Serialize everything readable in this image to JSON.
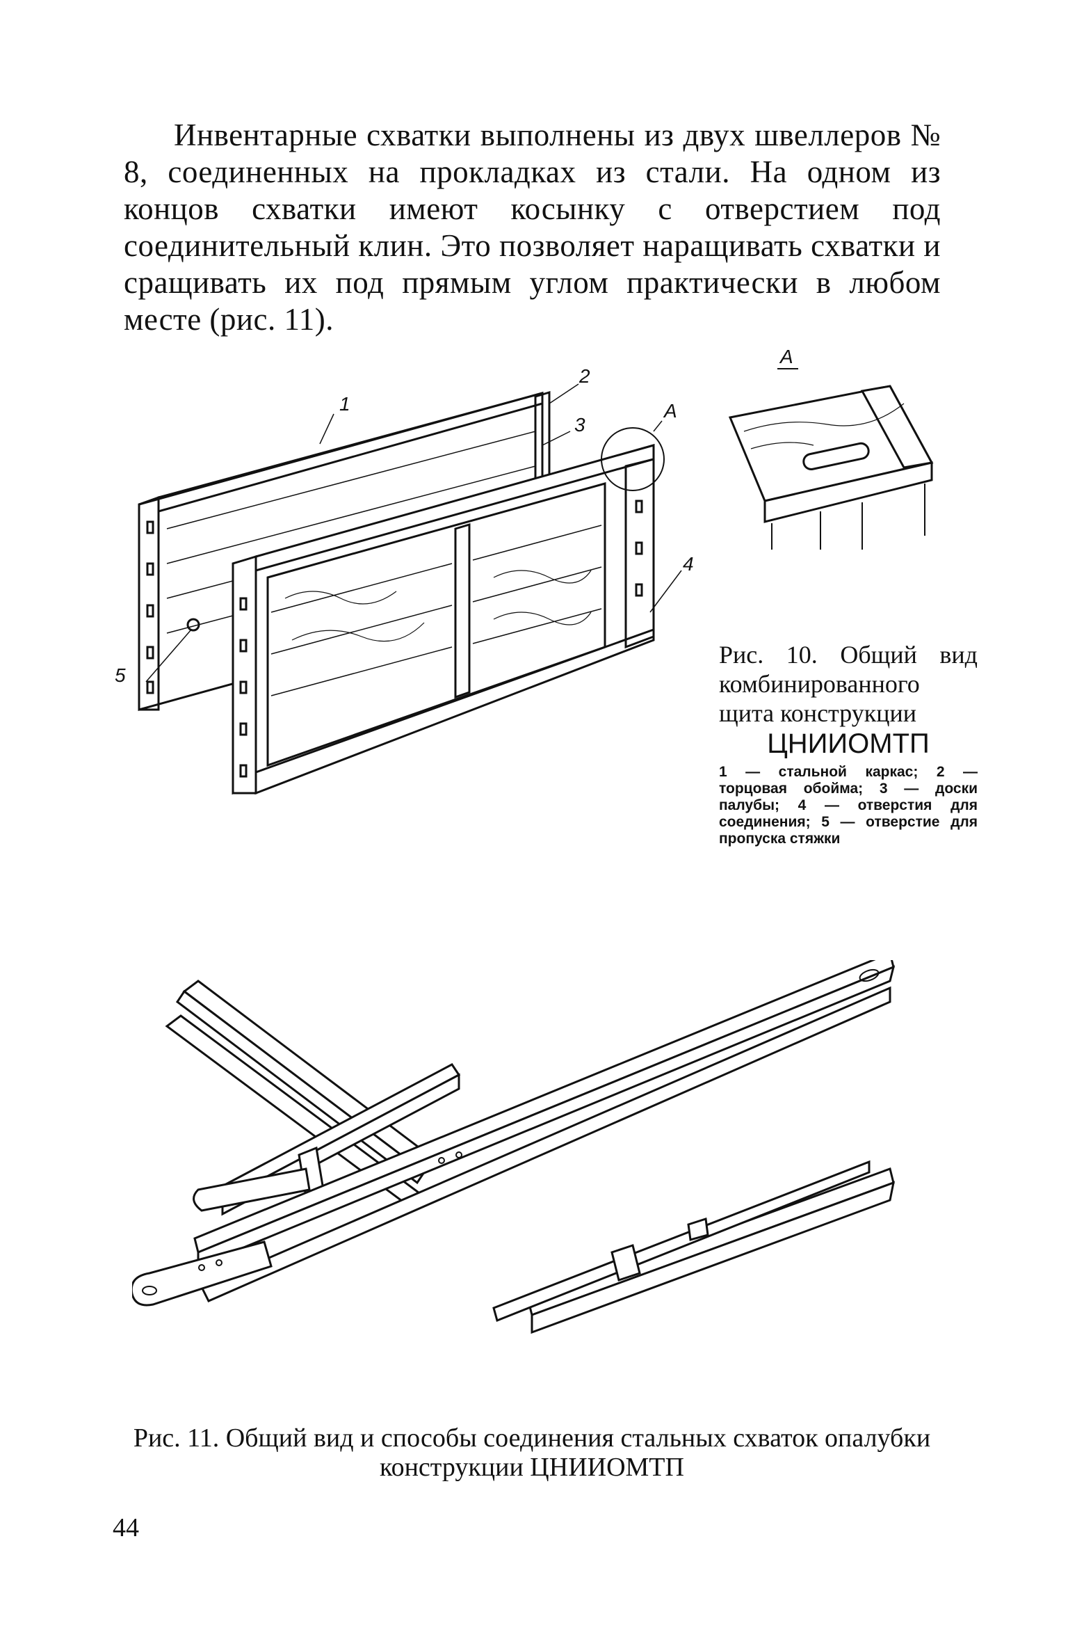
{
  "body_text": "Инвентарные схватки выполнены из двух швеллеров № 8, соединенных на прокладках из стали. На одном из концов схватки имеют косынку с отверстием под соединительный клин. Это позволяет наращивать схватки и сращивать их под прямым углом практически в любом месте (рис. 11).",
  "figure10": {
    "labels": {
      "n1": "1",
      "n2": "2",
      "n3": "3",
      "n4": "4",
      "n5": "5",
      "callout": "A",
      "detail_title": "A"
    },
    "caption_title": "Рис. 10. Общий вид комбинированного щита конструкции",
    "caption_org": "ЦНИИОМТП",
    "caption_legend": "1 — стальной каркас; 2 — торцовая обойма; 3 — доски палубы; 4 — отверстия для соединения; 5 — отверстие для пропуска стяжки"
  },
  "figure11": {
    "caption": "Рис. 11. Общий вид и способы соединения стальных схваток опалубки конструкции ЦНИИОМТП"
  },
  "page_number": "44"
}
